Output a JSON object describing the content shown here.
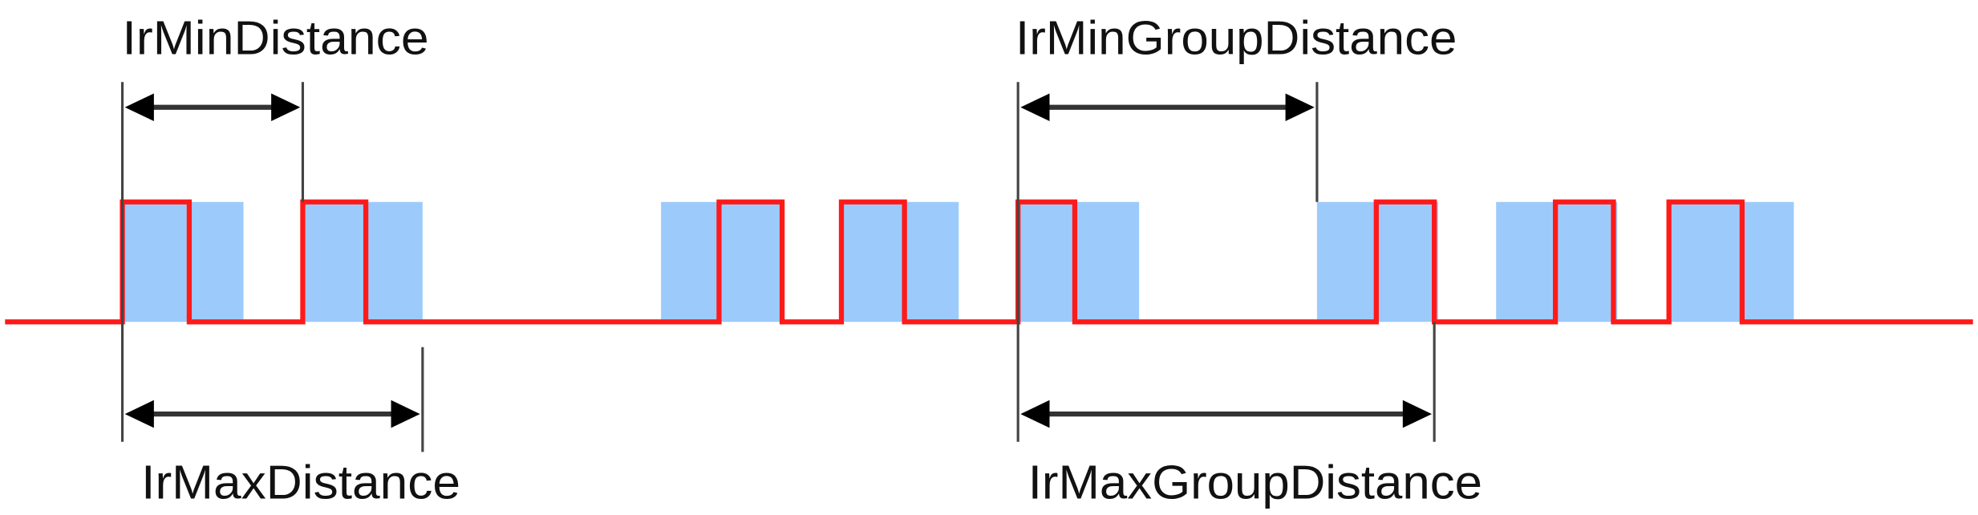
{
  "labels": {
    "min_distance": "IrMinDistance",
    "max_distance": "IrMaxDistance",
    "min_group_distance": "IrMinGroupDistance",
    "max_group_distance": "IrMaxGroupDistance"
  },
  "colors": {
    "signal": "#ff1a1a",
    "carrier_block": "#9ccbfb",
    "marker": "#444444"
  }
}
